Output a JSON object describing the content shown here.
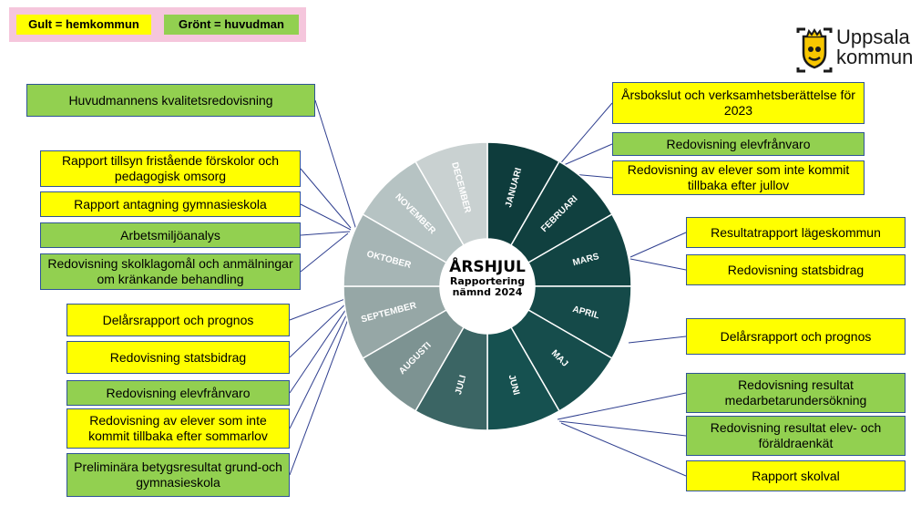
{
  "legend": {
    "yellow": "Gult = hemkommun",
    "green": "Grönt = huvudman"
  },
  "logo": {
    "line1": "Uppsala",
    "line2": "kommun"
  },
  "center": {
    "title": "ÅRSHJUL",
    "line2": "Rapportering",
    "line3": "nämnd 2024"
  },
  "months": [
    "JANUARI",
    "FEBRUARI",
    "MARS",
    "APRIL",
    "MAJ",
    "JUNI",
    "JULI",
    "AUGUSTI",
    "SEPTEMBER",
    "OKTOBER",
    "NOVEMBER",
    "DECEMBER"
  ],
  "colors": {
    "months": [
      "#0e3c3c",
      "#10403f",
      "#124443",
      "#154a49",
      "#164d4c",
      "#165150",
      "#3b6564",
      "#7d9392",
      "#96a7a6",
      "#a6b5b5",
      "#b6c3c3",
      "#c9d1d1"
    ],
    "yellow": "#ffff00",
    "green": "#92d050",
    "legend_bg": "#f5c6dc",
    "line": "#2f3f8f"
  },
  "left_boxes": [
    {
      "text": "Huvudmannens kvalitetsredovisning",
      "color": "green"
    },
    {
      "text": "Rapport tillsyn fristående förskolor och pedagogisk omsorg",
      "color": "yellow"
    },
    {
      "text": "Rapport antagning gymnasieskola",
      "color": "yellow"
    },
    {
      "text": "Arbetsmiljöanalys",
      "color": "green"
    },
    {
      "text": "Redovisning skolklagomål och anmälningar om kränkande behandling",
      "color": "green"
    },
    {
      "text": "Delårsrapport och prognos",
      "color": "yellow"
    },
    {
      "text": "Redovisning statsbidrag",
      "color": "yellow"
    },
    {
      "text": "Redovisning elevfrånvaro",
      "color": "green"
    },
    {
      "text": "Redovisning av elever som inte kommit tillbaka efter sommarlov",
      "color": "yellow"
    },
    {
      "text": "Preliminära betygsresultat grund-och gymnasieskola",
      "color": "green"
    }
  ],
  "right_boxes": [
    {
      "text": "Årsbokslut och verksamhetsberättelse för 2023",
      "color": "yellow"
    },
    {
      "text": "Redovisning elevfrånvaro",
      "color": "green"
    },
    {
      "text": "Redovisning av elever som inte kommit tillbaka efter jullov",
      "color": "yellow"
    },
    {
      "text": "Resultatrapport lägeskommun",
      "color": "yellow"
    },
    {
      "text": "Redovisning statsbidrag",
      "color": "yellow"
    },
    {
      "text": "Delårsrapport och prognos",
      "color": "yellow"
    },
    {
      "text": "Redovisning resultat medarbetarundersökning",
      "color": "green"
    },
    {
      "text": "Redovisning resultat elev- och föräldraenkät",
      "color": "green"
    },
    {
      "text": "Rapport skolval",
      "color": "yellow"
    }
  ]
}
